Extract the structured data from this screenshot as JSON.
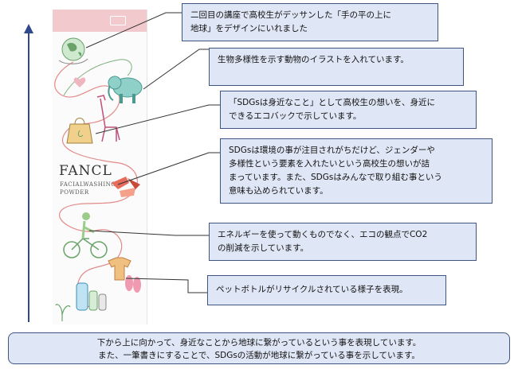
{
  "product": {
    "brand": "FANCL",
    "name_line1": "FACIALWASHING",
    "name_line2": "POWDER"
  },
  "callouts": [
    {
      "text": "二回目の講座で高校生がデッサンした「手の平の上に\n地球」をデザインにいれました"
    },
    {
      "text": "生物多様性を示す動物のイラストを入れています。"
    },
    {
      "text": "「SDGsは身近なこと」として高校生の想いを、身近に\nできるエコバックで示しています。"
    },
    {
      "text": "SDGsは環境の事が注目されがちだけど、ジェンダーや\n多様性という要素を入れたいという高校生の想いが詰\nまっています。また、SDGsはみんなで取り組む事という\n意味も込められています。"
    },
    {
      "text": "エネルギーを使って動くものでなく、エコの観点でCO2\nの削減を示しています。"
    },
    {
      "text": "ペットボトルがリサイクルされている様子を表現。"
    }
  ],
  "summary": {
    "line1": "下から上に向かって、身近なことから地球に繋がっているという事を表現しています。",
    "line2": "また、一筆書きにすることで、SDGsの活動が地球に繋がっている事を示しています。"
  }
}
